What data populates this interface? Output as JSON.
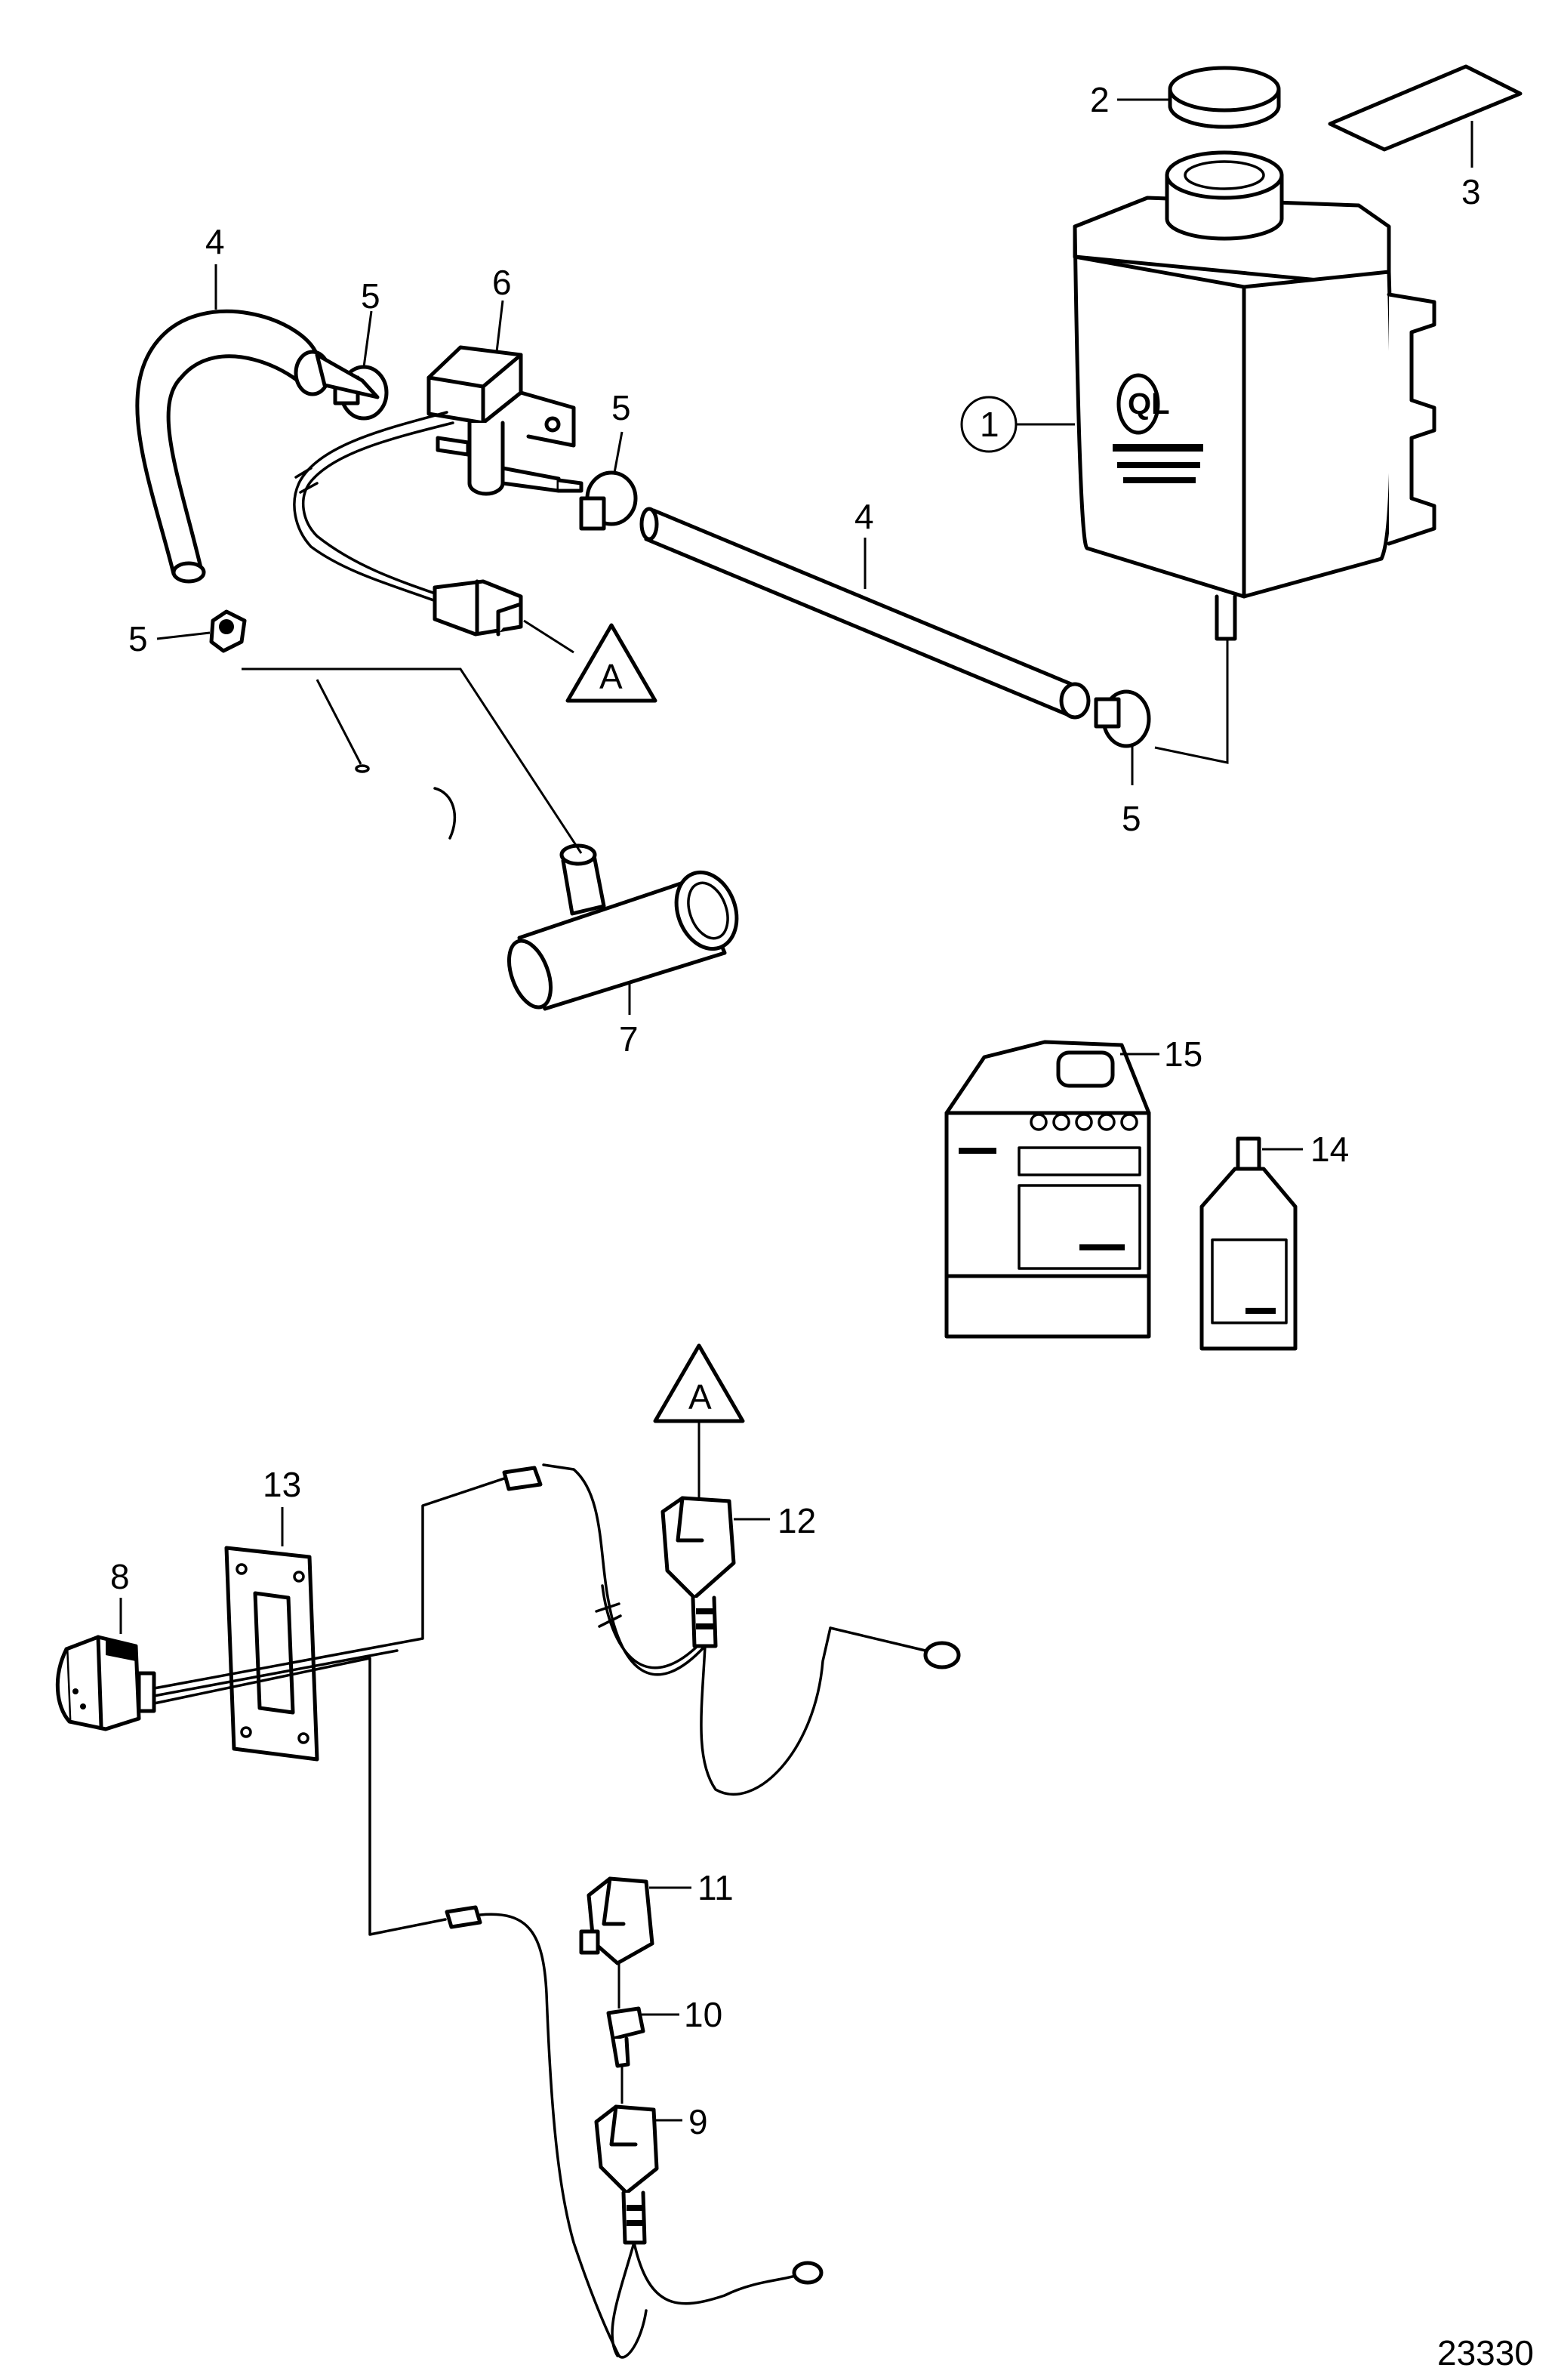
{
  "callouts": {
    "c1": "1",
    "c2": "2",
    "c3": "3",
    "c4a": "4",
    "c4b": "4",
    "c5a": "5",
    "c5b": "5",
    "c5c": "5",
    "c5d": "5",
    "c6": "6",
    "c7": "7",
    "c8": "8",
    "c9": "9",
    "c10": "10",
    "c11": "11",
    "c12": "12",
    "c13": "13",
    "c14": "14",
    "c15": "15"
  },
  "connector_refs": {
    "upper": "A",
    "lower": "A"
  },
  "drawing_number": "23330"
}
